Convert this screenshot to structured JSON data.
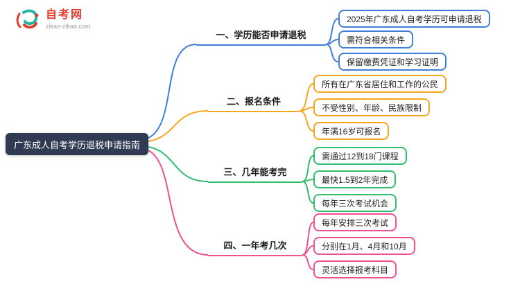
{
  "logo": {
    "title": "自考网",
    "subtitle": "zikao-zikao.com",
    "brand_color": "#e03a2f",
    "accent_color": "#1fb6a6"
  },
  "root": {
    "label": "广东成人自考学历退税申请指南",
    "bg_color": "#2f3b52"
  },
  "branches": [
    {
      "label": "一、学历能否申请退税",
      "color": "#3f7ed9",
      "leaves": [
        "2025年广东成人自考学历可申请退税",
        "需符合相关条件",
        "保留缴费凭证和学习证明"
      ]
    },
    {
      "label": "二、报名条件",
      "color": "#f6a51c",
      "leaves": [
        "所有在广东省居住和工作的公民",
        "不受性别、年龄、民族限制",
        "年满16岁可报名"
      ]
    },
    {
      "label": "三、几年能考完",
      "color": "#2ebe6e",
      "leaves": [
        "需通过12到18门课程",
        "最快1.5到2年完成",
        "每年三次考试机会"
      ]
    },
    {
      "label": "四、一年考几次",
      "color": "#f0508f",
      "leaves": [
        "每年安排三次考试",
        "分别在1月、4月和10月",
        "灵活选择报考科目"
      ]
    }
  ]
}
